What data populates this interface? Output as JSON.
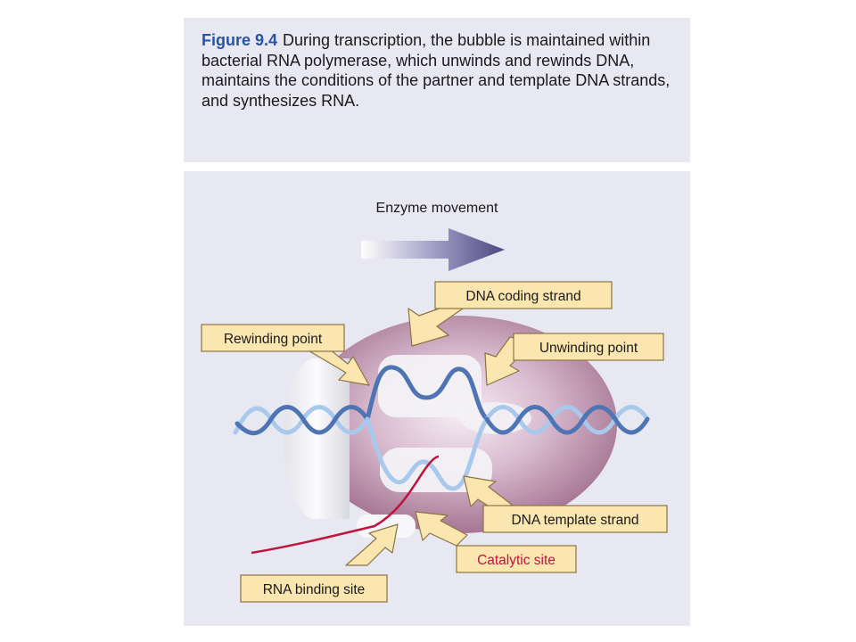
{
  "caption": {
    "figure_label": "Figure 9.4",
    "text": "During transcription, the bubble is maintained within bacterial RNA polymerase, which unwinds and rewinds DNA, maintains the conditions of the partner and template DNA strands, and synthesizes RNA."
  },
  "diagram": {
    "movement_label": "Enzyme movement",
    "callouts": {
      "coding_strand": "DNA coding strand",
      "rewinding_point": "Rewinding point",
      "unwinding_point": "Unwinding point",
      "template_strand": "DNA template strand",
      "catalytic_site": "Catalytic site",
      "rna_binding_site": "RNA binding site"
    },
    "colors": {
      "panel": "#e8e8f2",
      "callout_fill": "#fbe6b0",
      "enzyme": "#a3708e",
      "dna_light": "#a9c9ec",
      "dna_dark": "#4f74b3",
      "rna": "#c0143c",
      "caption_label": "#2753a8"
    }
  }
}
